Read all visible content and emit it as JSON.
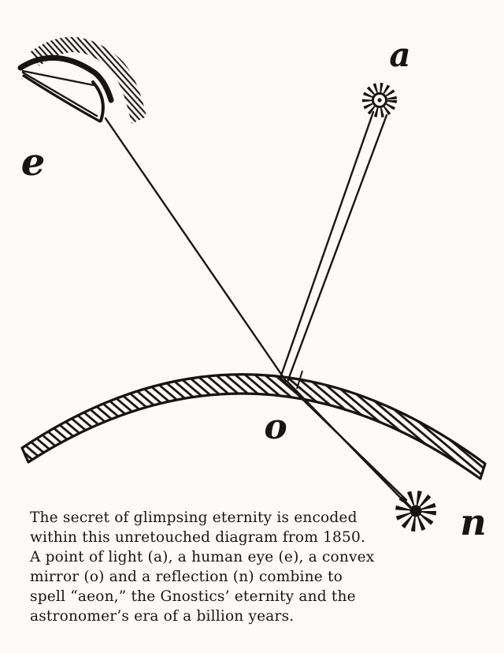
{
  "diagram": {
    "labels": {
      "eye": "e",
      "light_point": "a",
      "mirror": "o",
      "reflection": "n"
    }
  },
  "caption": {
    "lines": [
      "The secret of glimpsing eternity is encoded",
      "within this unretouched diagram from 1850.",
      "A point of light (a), a human eye (e), a convex",
      "mirror (o) and a reflection (n) combine to",
      "spell “aeon,” the Gnostics’ eternity and the",
      "astronomer’s era of a billion years."
    ]
  },
  "colors": {
    "ink": "#171513",
    "paper": "#fcfbf8"
  }
}
